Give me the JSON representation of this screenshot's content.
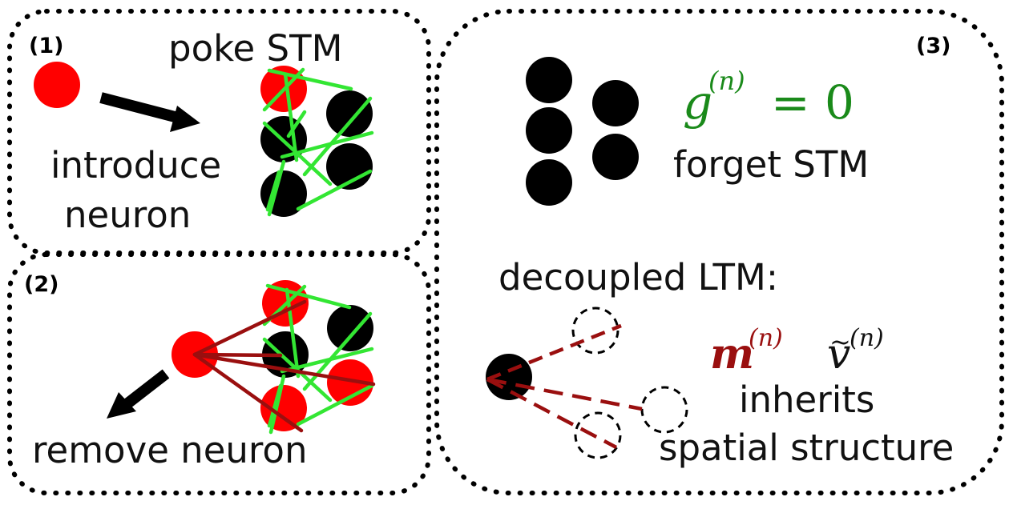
{
  "colors": {
    "neuron_active": "#ff0000",
    "neuron_idle": "#000000",
    "stm_edge": "#33e633",
    "ltm_edge": "#9a0f0f",
    "math_green": "#1a8a1a"
  },
  "panels": [
    {
      "number": "(1)",
      "labels": [
        "poke STM",
        "introduce",
        "neuron"
      ]
    },
    {
      "number": "(2)",
      "labels": [
        "remove neuron"
      ]
    },
    {
      "number": "(3)",
      "labels": [
        "forget STM",
        "decoupled LTM:",
        "inherits",
        "spatial structure"
      ]
    }
  ],
  "equations": {
    "gate": {
      "base": "g",
      "sup": "(n)",
      "rest": "= 0"
    },
    "memory": {
      "m": "m",
      "m_sup": "(n)",
      "v": "v",
      "v_mark": "~",
      "v_sup": "(n)"
    }
  },
  "icons": [
    "arrow-icon",
    "neuron-icon",
    "ghost-neuron-icon"
  ]
}
